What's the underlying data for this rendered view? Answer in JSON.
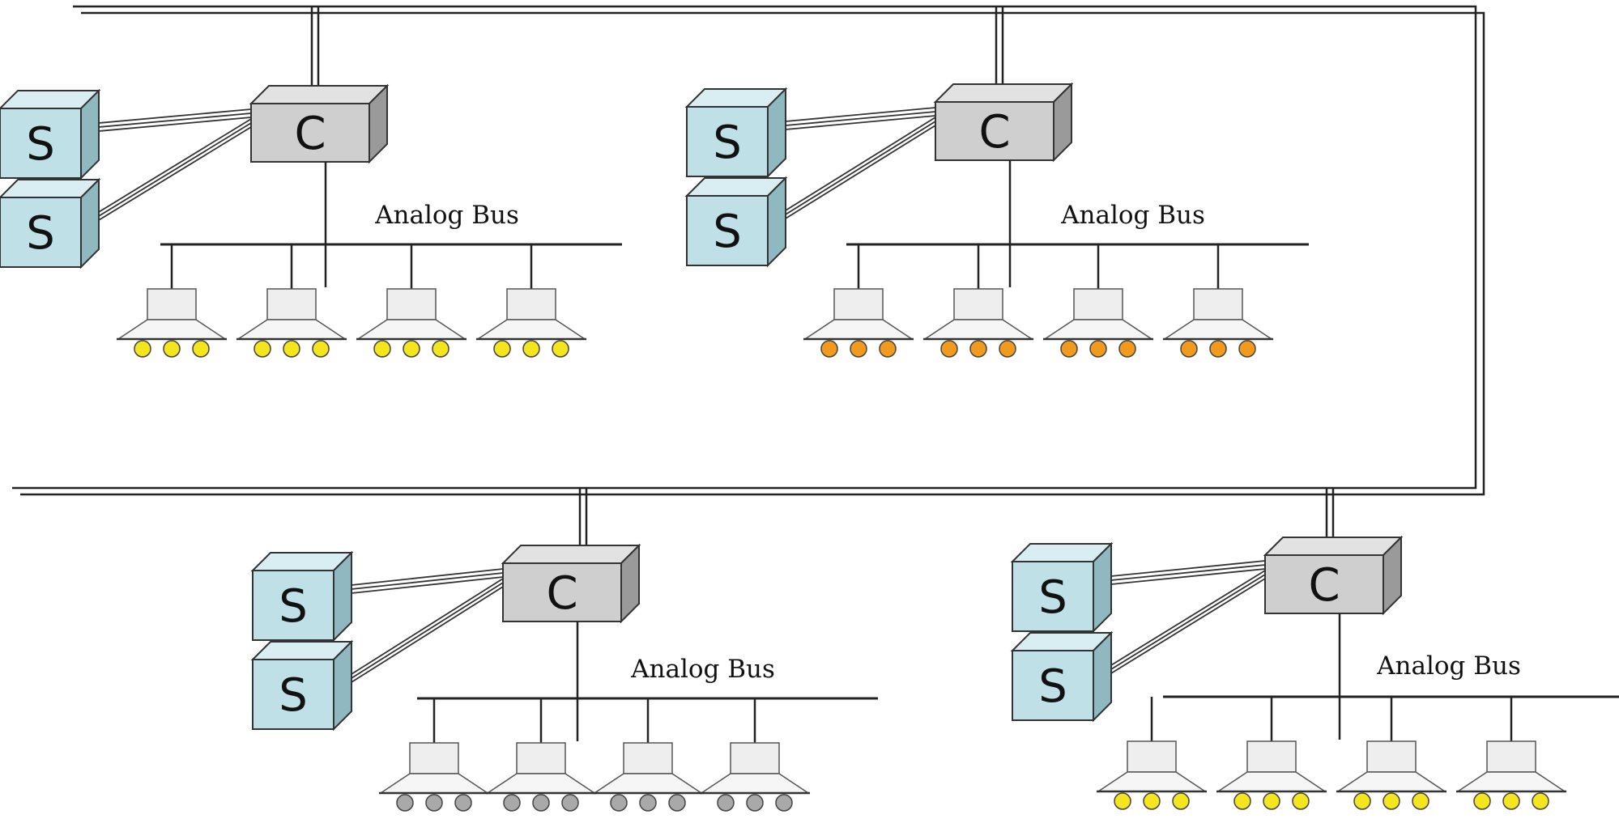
{
  "diagram": {
    "colors": {
      "background": "#ffffff",
      "line": "#222222",
      "sensor_fill": "#bfe0e6",
      "sensor_top": "#d9eef2",
      "sensor_side": "#8fb8c1",
      "controller_fill": "#cfcfcf",
      "controller_top": "#e2e2e2",
      "controller_side": "#9a9a9a",
      "device_fill": "#eeeeee"
    },
    "sensor_letter": "S",
    "controller_letter": "C",
    "clusters": [
      {
        "id": "top-left",
        "bus_label": "Analog Bus",
        "sensors": [
          "S",
          "S"
        ],
        "controller": "C",
        "device_count": 4,
        "lamp_color": "#f5e51f"
      },
      {
        "id": "top-right",
        "bus_label": "Analog Bus",
        "sensors": [
          "S",
          "S"
        ],
        "controller": "C",
        "device_count": 4,
        "lamp_color": "#f29a1d"
      },
      {
        "id": "bottom-left",
        "bus_label": "Analog Bus",
        "sensors": [
          "S",
          "S"
        ],
        "controller": "C",
        "device_count": 4,
        "lamp_color": "#a9a9a9"
      },
      {
        "id": "bottom-right",
        "bus_label": "Analog Bus",
        "sensors": [
          "S",
          "S"
        ],
        "controller": "C",
        "device_count": 4,
        "lamp_color": "#f5e51f"
      }
    ]
  }
}
